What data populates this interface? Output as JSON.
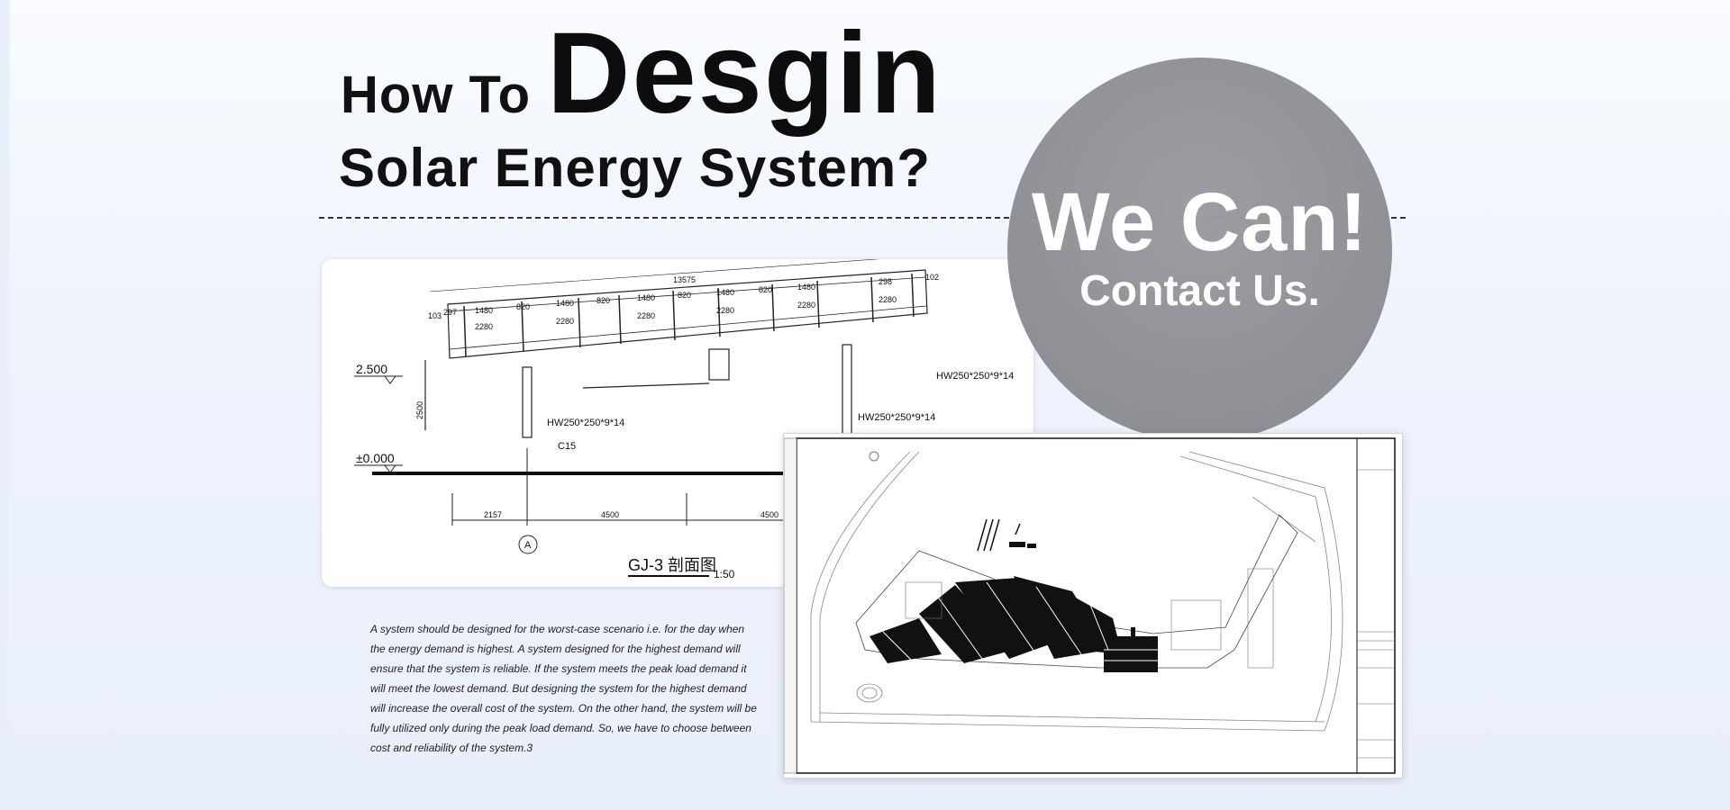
{
  "headline": {
    "prefix": "How To",
    "emphasis": "Desgin",
    "line2": "Solar Energy System?"
  },
  "cta": {
    "title": "We Can!",
    "subtitle": "Contact Us."
  },
  "section_drawing": {
    "elevation_top": "2.500",
    "elevation_ground": "±0.000",
    "overall_span": "13575",
    "segment_dims": [
      "1480",
      "820",
      "1480",
      "820",
      "1480",
      "820",
      "1480",
      "820",
      "1480"
    ],
    "lower_dims": [
      "2280",
      "2280",
      "2280",
      "2280",
      "2280",
      "2280"
    ],
    "end_dims": [
      "103",
      "297",
      "298",
      "102"
    ],
    "height_dim": "2500",
    "column_label_1": "HW250*250*9*14",
    "column_label_2": "HW250*250*9*14",
    "column_label_3": "HW250*250*9*14",
    "foundation_label": "C15",
    "base_dims": [
      "2157",
      "4500",
      "4500"
    ],
    "axis_marker": "A",
    "drawing_title": "GJ-3 剖面图",
    "scale": "1:50"
  },
  "description": "A system should be designed for the worst-case scenario i.e. for the day when the energy demand is highest. A system designed for the highest demand will ensure that the system is reliable. If the system meets the peak load demand it will meet the lowest demand. But designing the system for the highest demand will increase the overall cost of the system. On the other hand, the system will be fully utilized only during the peak load demand. So, we have to choose between cost and reliability of the system.3",
  "colors": {
    "circle": "#8f9095",
    "text_dark": "#111111",
    "background": "#eef3fc"
  }
}
